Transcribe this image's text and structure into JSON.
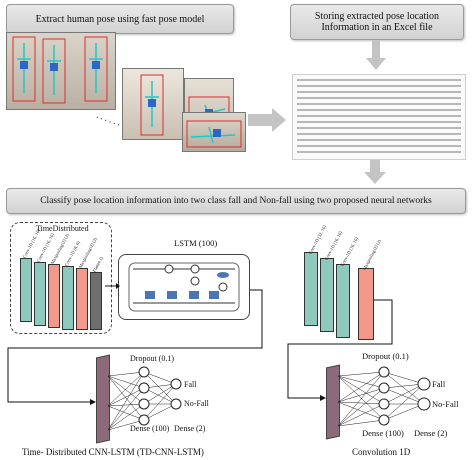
{
  "banners": {
    "extract": "Extract human pose using fast pose model",
    "storing": "Storing extracted pose location\nInformation  in an Excel file",
    "classify": "Classify pose location information into two class fall and Non-fall using two proposed neural networks"
  },
  "td_cnn_lstm": {
    "time_distributed": "TimeDistributed",
    "layers": [
      "Conv-1D (16, 16)",
      "Conv-1D (16, 16)",
      "Maxpooling1D (2)",
      "Conv-1D (8, 8)",
      "Maxpooling1D (2)",
      "Flatten ()"
    ],
    "lstm": "LSTM (100)",
    "dropout": "Dropout (0.1)",
    "dense_hidden": "Dense (100)",
    "dense_out": "Dense (2)",
    "fall": "Fall",
    "nonfall": "No-Fall",
    "title": "Time- Distributed CNN-LSTM (TD-CNN-LSTM)"
  },
  "conv1d": {
    "layers": [
      "Conv-1D (32, 16)",
      "Conv-1D (16, 16)",
      "Conv-1D (16, 16)",
      "Maxpooling1D (2)"
    ],
    "dropout": "Dropout (0.1)",
    "dense_hidden": "Dense (100)",
    "dense_out": "Dense (2)",
    "fall": "Fall",
    "nonfall": "No-Fall",
    "title": "Convolution 1D"
  },
  "colors": {
    "teal": "#8fc9bd",
    "salmon": "#f2998c",
    "gray": "#6e6e6e",
    "purple": "#8d6a7a",
    "arrow": "#bdbdbd"
  }
}
